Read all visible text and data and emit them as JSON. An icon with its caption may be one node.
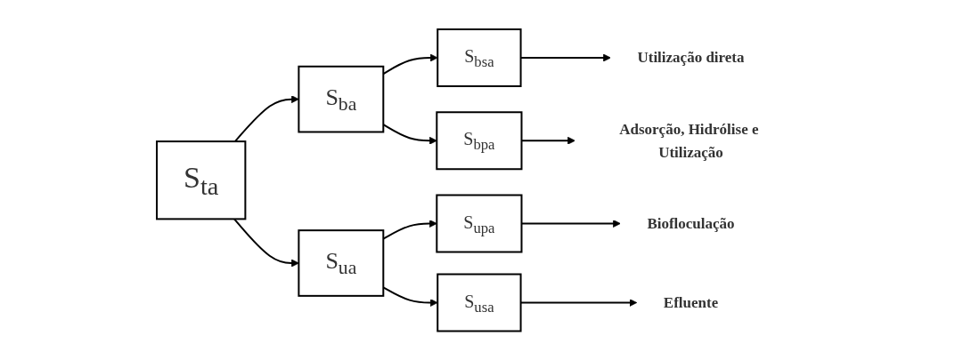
{
  "diagram": {
    "nodes": [
      {
        "text": [
          "S$_{ta}$"
        ]
      },
      {
        "text": [
          "S$_{ba}$"
        ]
      },
      {
        "text": [
          "S$_{ua}$"
        ]
      },
      {
        "text": [
          "S$_{bsa}$"
        ]
      },
      {
        "text": [
          "S$_{bpa}$"
        ]
      },
      {
        "text": [
          "S$_{upa}$"
        ]
      },
      {
        "text": [
          "S$_{usa}$"
        ]
      },
      {
        "text": [
          "Utilização direta"
        ]
      },
      {
        "text": [
          "Adsorção, Hidrólise e Utilização"
        ]
      },
      {
        "text": [
          "Biofloculação"
        ]
      },
      {
        "text": [
          "Efluente"
        ]
      }
    ],
    "edges": [
      {
        "from": 0,
        "to": 1,
        "arrow": "to"
      },
      {
        "from": 0,
        "to": 2,
        "arrow": "to"
      },
      {
        "from": 1,
        "to": 3,
        "arrow": "to"
      },
      {
        "from": 1,
        "to": 4,
        "arrow": "to"
      },
      {
        "from": 2,
        "to": 5,
        "arrow": "to"
      },
      {
        "from": 2,
        "to": 6,
        "arrow": "to"
      },
      {
        "from": 3,
        "to": 7,
        "arrow": "to"
      },
      {
        "from": 4,
        "to": 8,
        "arrow": "to"
      },
      {
        "from": 5,
        "to": 9,
        "arrow": "to"
      },
      {
        "from": 6,
        "to": 10,
        "arrow": "to"
      }
    ]
  }
}
